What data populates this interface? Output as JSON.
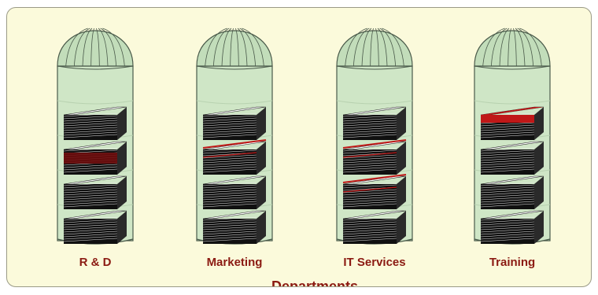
{
  "departments": [
    {
      "label": "R & D",
      "highlight_layers": [
        1
      ]
    },
    {
      "label": "Marketing",
      "highlight_layers": [
        1
      ]
    },
    {
      "label": "IT Services",
      "highlight_layers": [
        1,
        2
      ]
    },
    {
      "label": "Training",
      "highlight_layers": [
        0
      ]
    }
  ],
  "footer": {
    "title": "Departments"
  },
  "colors": {
    "silo_fill": "#cfe6c6",
    "silo_stroke": "#4a5a4a",
    "dome_fill": "#c2ddba",
    "stack_dark": "#101010",
    "stack_line": "#e8e8e8",
    "highlight": "#c01818",
    "label": "#8b1a12",
    "rule": "#1f1fd8",
    "panel_bg": "#fbfadb"
  },
  "icons": [
    "silo-icon",
    "data-stack-icon"
  ]
}
